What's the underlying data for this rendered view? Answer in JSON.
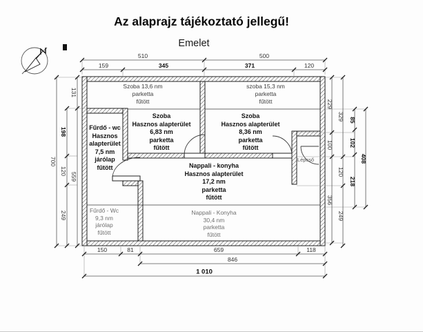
{
  "title": "Az alaprajz tájékoztató jellegű!",
  "subtitle": "Emelet",
  "rooms": {
    "szoba_left_gross": {
      "lines": [
        "Szoba 13,6 nm",
        "parketta",
        "fűtött"
      ]
    },
    "szoba_right_gross": {
      "lines": [
        "szoba 15,3 nm",
        "parketta",
        "fűtött"
      ]
    },
    "szoba_left_useful": {
      "lines": [
        "Szoba",
        "Hasznos alapterület",
        "6,83 nm",
        "parketta",
        "fűtött"
      ]
    },
    "szoba_right_useful": {
      "lines": [
        "Szoba",
        "Hasznos alapterület",
        "8,36 nm",
        "parketta",
        "fűtött"
      ]
    },
    "furdo_useful": {
      "lines": [
        "Fűrdő - wc",
        "Hasznos",
        "alapterület",
        "7,5 nm",
        "járólap",
        "fűtött"
      ]
    },
    "furdo_gross": {
      "lines": [
        "Fűrdő - Wc",
        "9,3 nm",
        "járólap",
        "fűtött"
      ]
    },
    "nappali_useful": {
      "lines": [
        "Nappali - konyha",
        "Hasznos alapterület",
        "17,2 nm",
        "parketta",
        "fűtött"
      ]
    },
    "nappali_gross": {
      "lines": [
        "Nappali - Konyha",
        "30,4 nm",
        "parketta",
        "fűtött"
      ]
    },
    "stairs_label": "Lépcső"
  },
  "dimensions": {
    "top_row1": [
      "510",
      "500"
    ],
    "top_row2": [
      "159",
      "345",
      "371",
      "120"
    ],
    "left_outer": [
      "700"
    ],
    "left_mid": [
      "198",
      "120",
      "249"
    ],
    "left_inner": [
      "131",
      "559"
    ],
    "right_inner": [
      "229",
      "100",
      "356"
    ],
    "right_mid": [
      "329",
      "120",
      "249"
    ],
    "right_bold": [
      "85",
      "102",
      "218"
    ],
    "right_total": [
      "408"
    ],
    "bottom_row1": [
      "150",
      "81",
      "659",
      "118"
    ],
    "bottom_row2": [
      "846"
    ],
    "bottom_total": [
      "1 010"
    ]
  },
  "colors": {
    "wall_line": "#1f1f1f",
    "dim_line": "#555555",
    "accent_black": "#000000"
  }
}
